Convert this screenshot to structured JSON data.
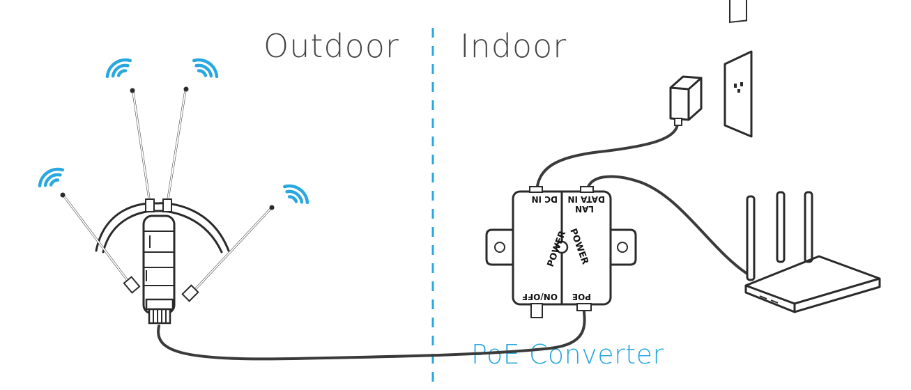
{
  "labels": {
    "outdoor": "Outdoor",
    "indoor": "Indoor",
    "poe_converter": "PoE Converter"
  },
  "poe_box": {
    "dc_in": "DC IN",
    "lan": "LAN",
    "data_in": "DATA IN",
    "on_off": "ON/OFF",
    "poe": "POE",
    "power_left": "POWER",
    "power_right": "POWER"
  },
  "colors": {
    "accent": "#29a8df",
    "line": "#2a2a2a",
    "text": "#444444"
  },
  "icons": [
    "wifi-signal-icon",
    "outdoor-access-point-icon",
    "poe-converter-icon",
    "power-adapter-icon",
    "wall-outlet-icon",
    "router-icon"
  ]
}
